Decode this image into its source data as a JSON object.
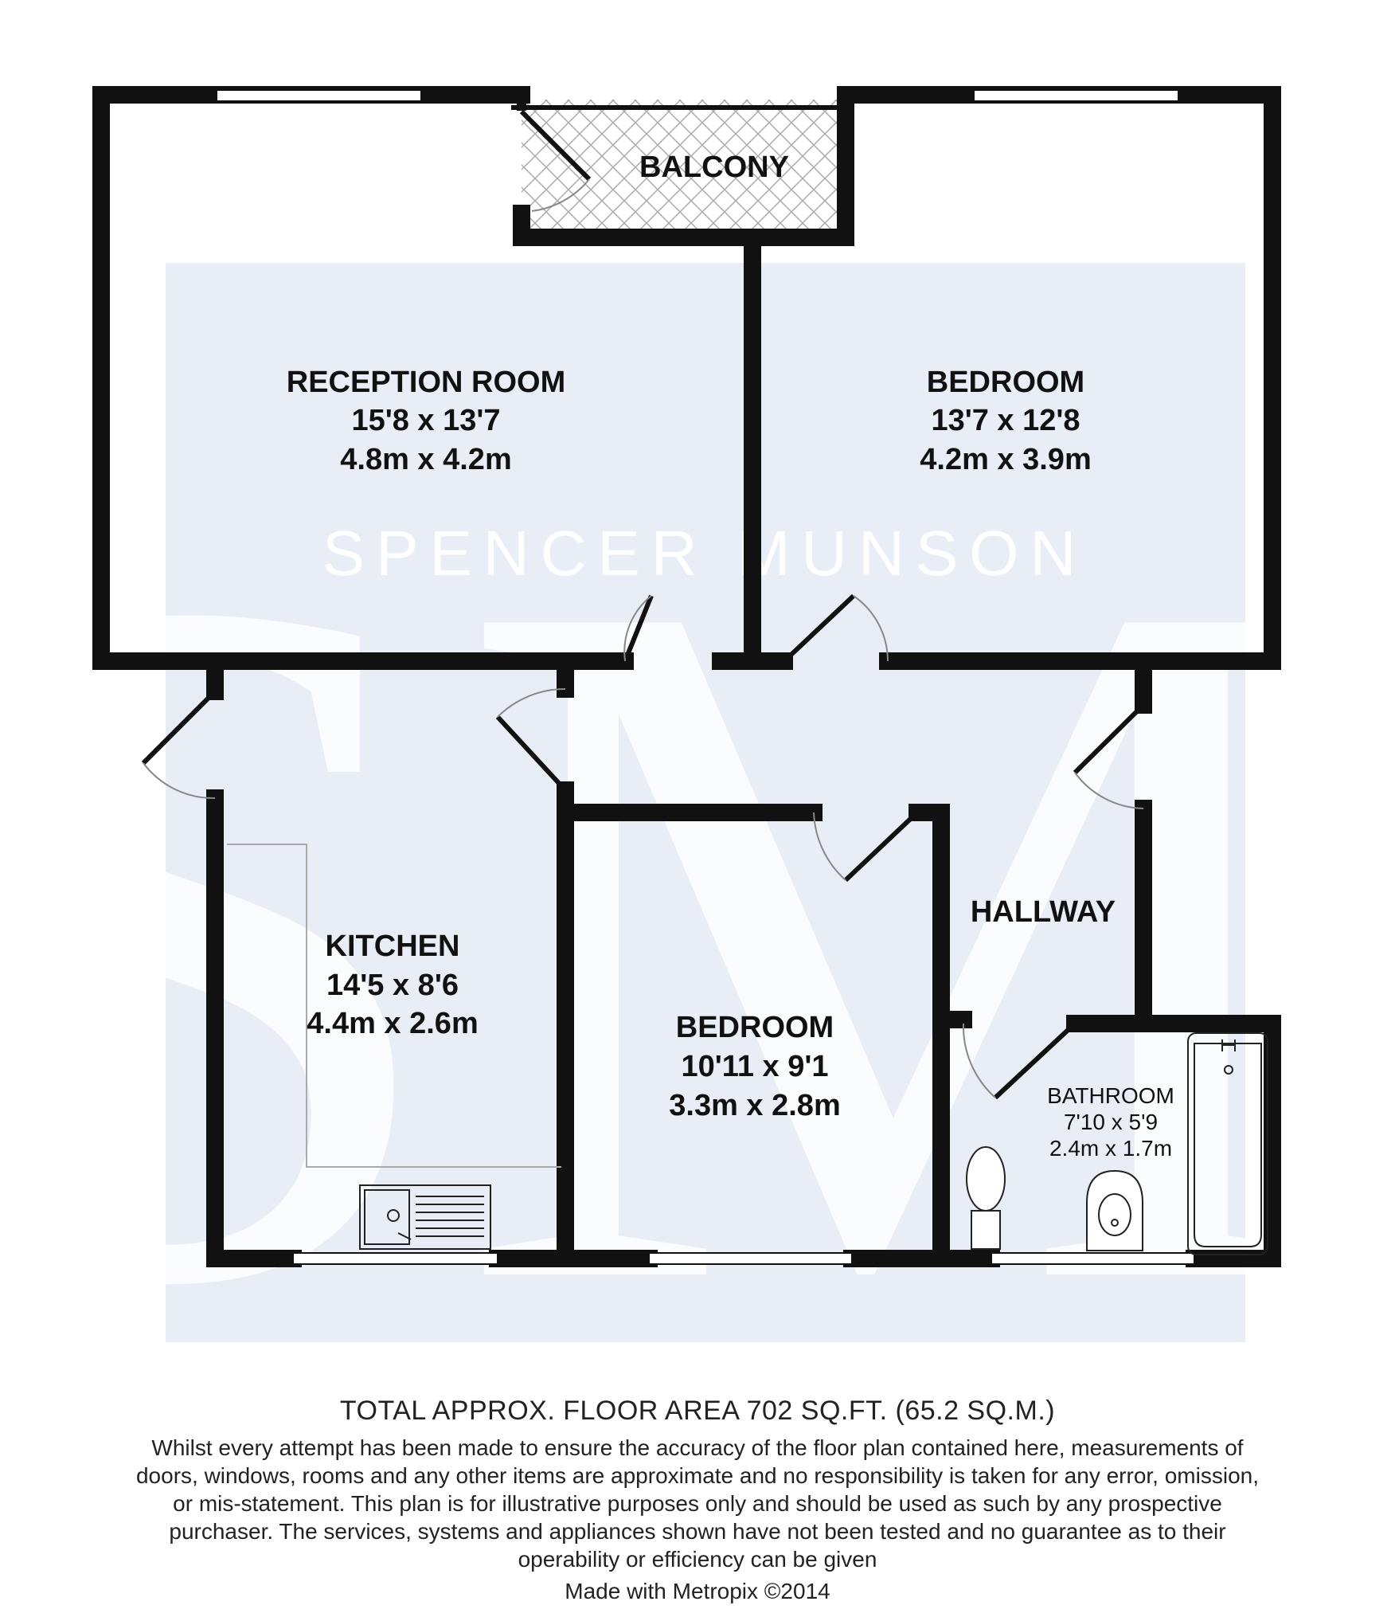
{
  "watermark": {
    "brand": "SPENCER MUNSON",
    "monogram": "SM"
  },
  "rooms": {
    "balcony": {
      "name": "BALCONY"
    },
    "reception": {
      "name": "RECEPTION ROOM",
      "imperial": "15'8 x 13'7",
      "metric": "4.8m x 4.2m"
    },
    "bedroom1": {
      "name": "BEDROOM",
      "imperial": "13'7 x 12'8",
      "metric": "4.2m x 3.9m"
    },
    "kitchen": {
      "name": "KITCHEN",
      "imperial": "14'5 x 8'6",
      "metric": "4.4m x 2.6m"
    },
    "bedroom2": {
      "name": "BEDROOM",
      "imperial": "10'11 x 9'1",
      "metric": "3.3m x 2.8m"
    },
    "hallway": {
      "name": "HALLWAY"
    },
    "bathroom": {
      "name": "BATHROOM",
      "imperial": "7'10 x 5'9",
      "metric": "2.4m x 1.7m"
    }
  },
  "footer": {
    "total_area": "TOTAL APPROX. FLOOR AREA 702 SQ.FT. (65.2 SQ.M.)",
    "disclaimer": "Whilst every attempt has been made to ensure the accuracy of the floor plan contained here, measurements of doors, windows, rooms and any other items are approximate and no responsibility is taken for any error, omission, or mis-statement. This plan is for illustrative purposes only and should be used as such by any prospective purchaser. The services, systems and appliances shown have not been tested and no guarantee as to their operability or efficiency can be given",
    "credit": "Made with Metropix ©2014"
  },
  "colors": {
    "wall": "#111111",
    "watermark_bg": "#e9eef6",
    "watermark_fg": "#ffffff"
  }
}
